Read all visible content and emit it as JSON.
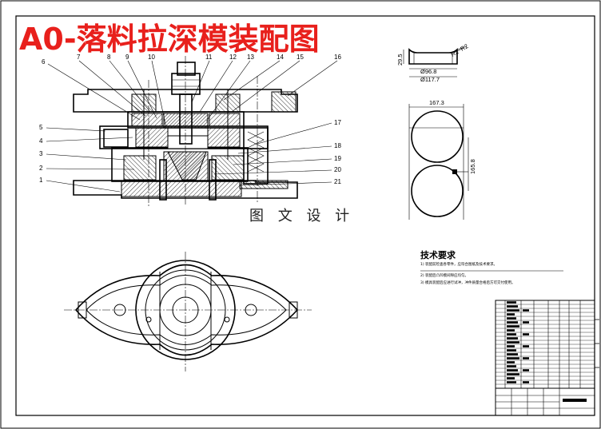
{
  "title": "A0-落料拉深模装配图",
  "watermark": "图 文 设 计",
  "part_labels": [
    "1",
    "2",
    "3",
    "4",
    "5",
    "6",
    "7",
    "8",
    "9",
    "10",
    "11",
    "12",
    "13",
    "14",
    "15",
    "16",
    "17",
    "18",
    "19",
    "20",
    "21"
  ],
  "part_dimensions": {
    "height": "29.5",
    "radius": "R2",
    "radius2": "R2",
    "inner_dia": "Ø96.8",
    "outer_dia": "Ø117.7"
  },
  "layout_dimensions": {
    "width": "167.3",
    "height": "165.8"
  },
  "tech_requirements": {
    "heading": "技术要求",
    "lines": [
      "1) 装配前检查各零件，应符合图纸及技术要求。",
      "2) 装配后凸凹模间隙应均匀。",
      "3) 模具装配后应进行试冲，冲件质量合格后方可交付使用。"
    ]
  },
  "colors": {
    "title": "#e8201c",
    "line": "#000000",
    "background": "#ffffff"
  }
}
